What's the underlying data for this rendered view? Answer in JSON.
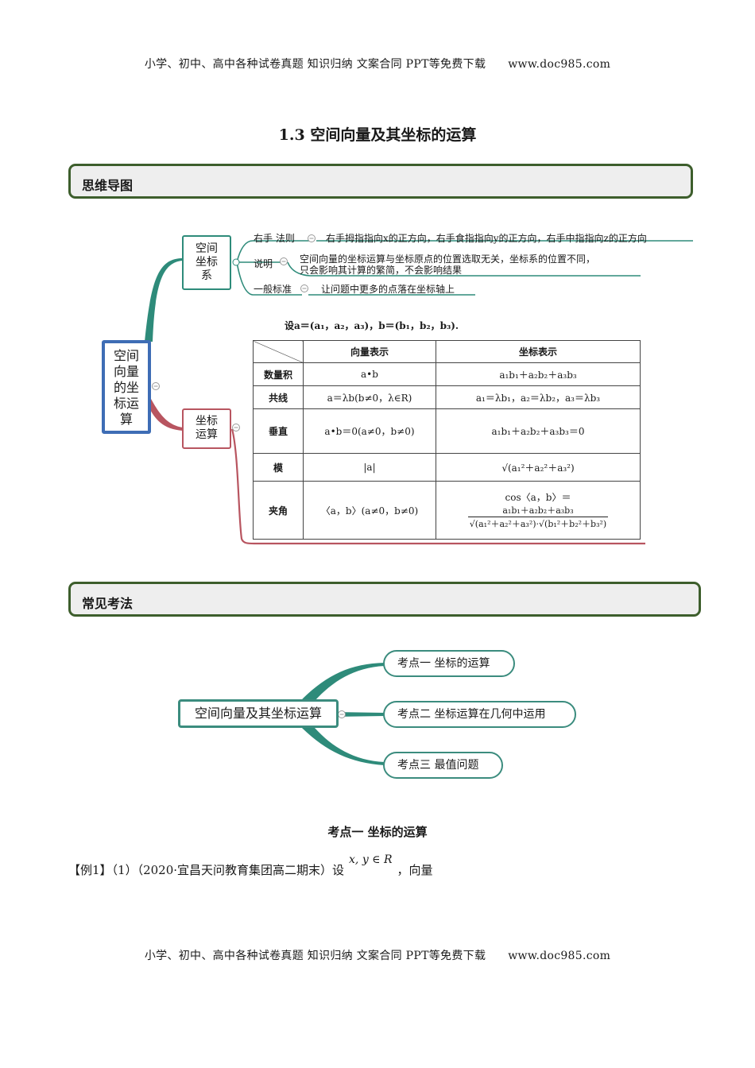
{
  "header": {
    "text": "小学、初中、高中各种试卷真题  知识归纳  文案合同  PPT等免费下载",
    "site": "www.doc985.com"
  },
  "title": "1.3 空间向量及其坐标的运算",
  "section1": {
    "label": "思维导图"
  },
  "mindmap": {
    "root": "空间向量的坐标运算",
    "branch1": "空间坐标系",
    "branch2": "坐标运算",
    "items": [
      {
        "label": "右手  法则",
        "text": "右手拇指指向x的正方向，右手食指指向y的正方向，右手中指指向z的正方向"
      },
      {
        "label": "说明",
        "text1": "空间向量的坐标运算与坐标原点的位置选取无关，坐标系的位置不同，",
        "text2": "只会影响其计算的繁简，不会影响结果"
      },
      {
        "label": "一般标准",
        "text": "让问题中更多的点落在坐标轴上"
      }
    ],
    "setup": "设a＝(a₁，a₂，a₃)，b＝(b₁，b₂，b₃)."
  },
  "table": {
    "headers": [
      "",
      "向量表示",
      "坐标表示"
    ],
    "rows": [
      {
        "name": "数量积",
        "vector": "a•b",
        "coord": "a₁b₁＋a₂b₂＋a₃b₃"
      },
      {
        "name": "共线",
        "vector": "a＝λb(b≠0，λ∈R)",
        "coord": "a₁＝λb₁，a₂＝λb₂，a₃＝λb₃"
      },
      {
        "name": "垂直",
        "vector": "a•b＝0(a≠0，b≠0)",
        "coord": "a₁b₁＋a₂b₂＋a₃b₃＝0"
      },
      {
        "name": "模",
        "vector": "|a|",
        "coord": "√(a₁²＋a₂²＋a₃²)"
      },
      {
        "name": "夹角",
        "vector": "〈a，b〉(a≠0，b≠0)",
        "coord_prefix": "cos〈a，b〉＝",
        "coord_num": "a₁b₁＋a₂b₂＋a₃b₃",
        "coord_den": "√(a₁²＋a₂²＋a₃²)·√(b₁²＋b₂²＋b₃²)"
      }
    ]
  },
  "section2": {
    "label": "常见考法"
  },
  "exam_map": {
    "center": "空间向量及其坐标运算",
    "topics": [
      "考点一  坐标的运算",
      "考点二  坐标运算在几何中运用",
      "考点三  最值问题"
    ]
  },
  "subheading": "考点一  坐标的运算",
  "example": {
    "prefix": "【例1】（1）（2020·宜昌天问教育集团高二期末）设",
    "math": "x, y ∈ R",
    "suffix": "，向量"
  },
  "footer": {
    "text": "小学、初中、高中各种试卷真题  知识归纳  文案合同  PPT等免费下载",
    "site": "www.doc985.com"
  },
  "colors": {
    "section_border": "#3d5e2c",
    "teal": "#2e8b7a",
    "red": "#b85560",
    "root_border": "#3e6db5"
  }
}
